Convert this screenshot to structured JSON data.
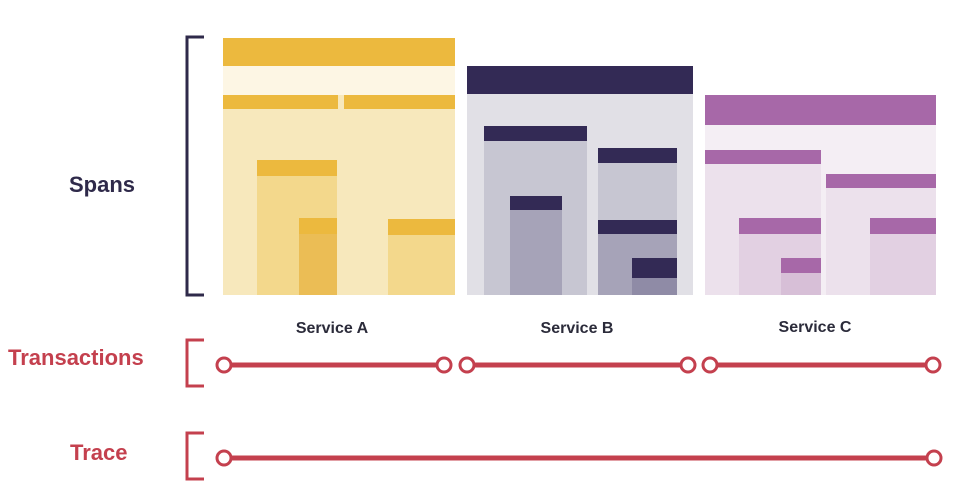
{
  "labels": {
    "spans": "Spans",
    "transactions": "Transactions",
    "trace": "Trace"
  },
  "services": [
    {
      "name": "Service A"
    },
    {
      "name": "Service B"
    },
    {
      "name": "Service C"
    }
  ],
  "colors": {
    "navy": "#2f2a4a",
    "red": "#c4404e",
    "serviceA_bar": "#ecb93e",
    "serviceA_bg": "#f6e6b6",
    "serviceB_bar": "#332a55",
    "serviceB_bg": "#e1e0e6",
    "serviceC_bar": "#a768a8",
    "serviceC_bg": "#ece1ec"
  }
}
